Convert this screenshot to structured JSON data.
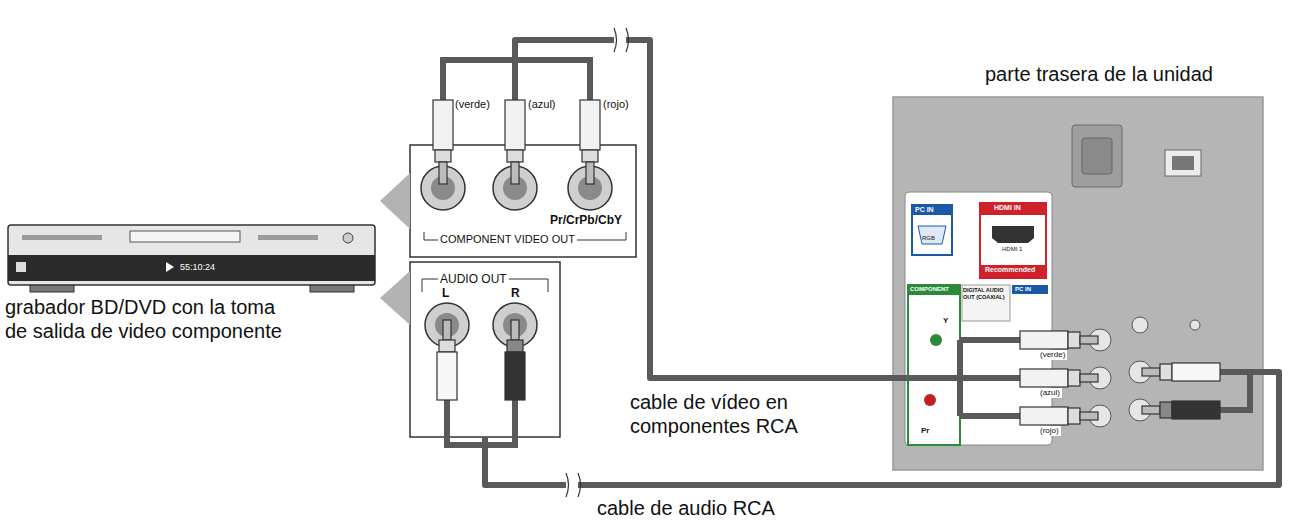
{
  "diagram": {
    "nodes": [
      {
        "text": [
          "grabador BD/DVD con la toma de salida de video componente"
        ]
      },
      {
        "text": [
          "Pr/CrPb/CbY",
          "COMPONENT VIDEO OUT"
        ]
      },
      {
        "text": [
          "AUDIO OUT",
          "L",
          "R"
        ]
      },
      {
        "text": [
          "parte trasera de la unidad"
        ]
      },
      {
        "text": [
          "PC IN",
          "RGB"
        ],
        "in": 3
      },
      {
        "text": [
          "HDMI IN",
          "HDMI 1",
          "Recommended"
        ],
        "in": 3
      },
      {
        "text": [
          "COMPONENT",
          "Y",
          "Pr"
        ],
        "in": 3
      }
    ],
    "edges": [
      {
        "from": 1,
        "to": 0,
        "arrow": "to"
      },
      {
        "from": 2,
        "to": 0,
        "arrow": "to"
      },
      {
        "from": 1,
        "to": 6,
        "label": "cable de vídeo en componentes RCA",
        "arrow": "none"
      },
      {
        "from": 2,
        "to": 3,
        "label": "cable de audio RCA",
        "arrow": "none"
      }
    ],
    "labels": [
      "55:10:24",
      "(verde)",
      "(azul)",
      "(rojo)",
      "DIGITAL AUDIO OUT (COAXIAL)",
      "PC IN",
      "(verde)",
      "(azul)",
      "(rojo)"
    ]
  }
}
